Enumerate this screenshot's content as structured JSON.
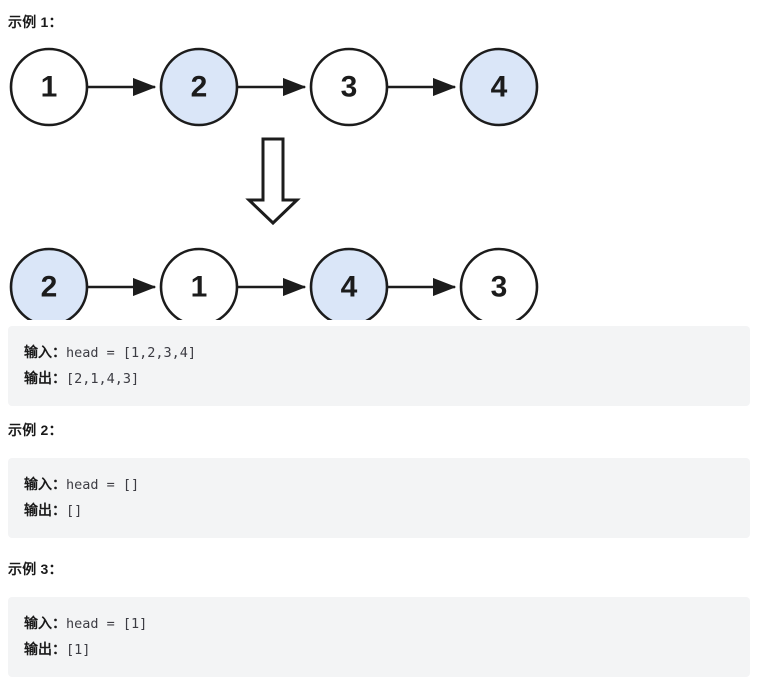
{
  "examples": [
    {
      "heading": "示例 1：",
      "input_label": "输入：",
      "input_value": "head = [1,2,3,4]",
      "output_label": "输出：",
      "output_value": "[2,1,4,3]"
    },
    {
      "heading": "示例 2：",
      "input_label": "输入：",
      "input_value": "head = []",
      "output_label": "输出：",
      "output_value": "[]"
    },
    {
      "heading": "示例 3：",
      "input_label": "输入：",
      "input_value": "head = [1]",
      "output_label": "输出：",
      "output_value": "[1]"
    }
  ],
  "diagram": {
    "before_row": {
      "nodes": [
        {
          "value": "1",
          "highlighted": false
        },
        {
          "value": "2",
          "highlighted": true
        },
        {
          "value": "3",
          "highlighted": false
        },
        {
          "value": "4",
          "highlighted": true
        }
      ]
    },
    "after_row": {
      "nodes": [
        {
          "value": "2",
          "highlighted": true
        },
        {
          "value": "1",
          "highlighted": false
        },
        {
          "value": "4",
          "highlighted": true
        },
        {
          "value": "3",
          "highlighted": false
        }
      ]
    },
    "transform_arrow": "down-block-arrow",
    "colors": {
      "node_fill_default": "#ffffff",
      "node_fill_highlight": "#dae6f8",
      "node_stroke": "#1c1c1c",
      "arrow": "#1c1c1c",
      "code_background": "#f3f4f5"
    }
  }
}
